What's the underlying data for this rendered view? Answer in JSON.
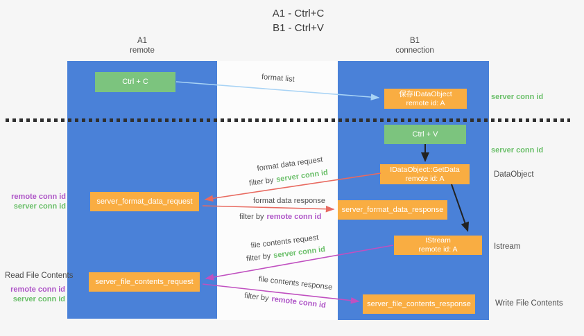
{
  "title": {
    "line1": "A1 - Ctrl+C",
    "line2": "B1 - Ctrl+V"
  },
  "columns": {
    "left": {
      "name": "A1",
      "role": "remote"
    },
    "right": {
      "name": "B1",
      "role": "connection"
    }
  },
  "nodes": {
    "ctrl_c": {
      "label": "Ctrl + C"
    },
    "ctrl_v": {
      "label": "Ctrl + V"
    },
    "save_object": {
      "line1": "保存IDataObject",
      "line2": "remote id: A"
    },
    "getdata": {
      "line1": "IDataObject::GetData",
      "line2": "remote id: A"
    },
    "istream": {
      "line1": "IStream",
      "line2": "remote id: A"
    },
    "format_request": {
      "label": "server_format_data_request"
    },
    "format_response": {
      "label": "server_format_data_response"
    },
    "file_request": {
      "label": "server_file_contents_request"
    },
    "file_response": {
      "label": "server_file_contents_response"
    }
  },
  "arrow_labels": {
    "format_list": "format list",
    "format_data_request": "format data request",
    "format_data_response": "format data response",
    "file_contents_request": "file contents request",
    "file_contents_response": "file contents response",
    "filter_by": "filter by",
    "server_conn_id": "server conn id",
    "remote_conn_id": "remote conn id"
  },
  "side_labels": {
    "server_conn_id": "server conn id",
    "remote_conn_id": "remote conn id",
    "dataobject": "DataObject",
    "istream": "Istream",
    "read_file_contents": "Read File Contents",
    "write_file_contents": "Write File Contents"
  },
  "colors": {
    "column_blue": "#4a81d8",
    "box_green": "#7cc47e",
    "box_orange": "#f9ad42",
    "arrow_light_blue": "#a8d3f5",
    "arrow_red": "#e86a60",
    "arrow_magenta": "#c050c0",
    "arrow_black": "#222222",
    "text_green": "#6abf69",
    "text_purple": "#ae54c7",
    "text_gray": "#4f4f4f"
  }
}
